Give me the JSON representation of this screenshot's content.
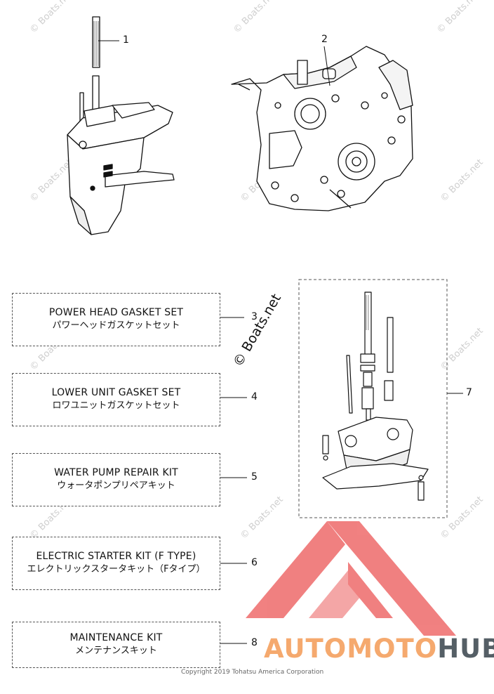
{
  "callouts": [
    "1",
    "2",
    "3",
    "4",
    "5",
    "6",
    "7",
    "8"
  ],
  "kits": [
    {
      "en": "POWER HEAD GASKET SET",
      "jp": "パワーヘッドガスケットセット"
    },
    {
      "en": "LOWER UNIT GASKET SET",
      "jp": "ロワユニットガスケットセット"
    },
    {
      "en": "WATER PUMP REPAIR KIT",
      "jp": "ウォータポンプリペアキット"
    },
    {
      "en": "ELECTRIC STARTER KIT (F TYPE)",
      "jp": "エレクトリックスタータキット（Fタイプ）"
    },
    {
      "en": "MAINTENANCE KIT",
      "jp": "メンテナンスキット"
    }
  ],
  "watermark": "© Boats.net",
  "copyright": "Copyright 2019 Tohatsu America Corporation",
  "brand": {
    "part_a": "AUTOMOTO",
    "part_b": "HUB",
    "color_a": "#f5a96e",
    "color_b": "#555f66",
    "logo_color": "#ee6b6b"
  }
}
